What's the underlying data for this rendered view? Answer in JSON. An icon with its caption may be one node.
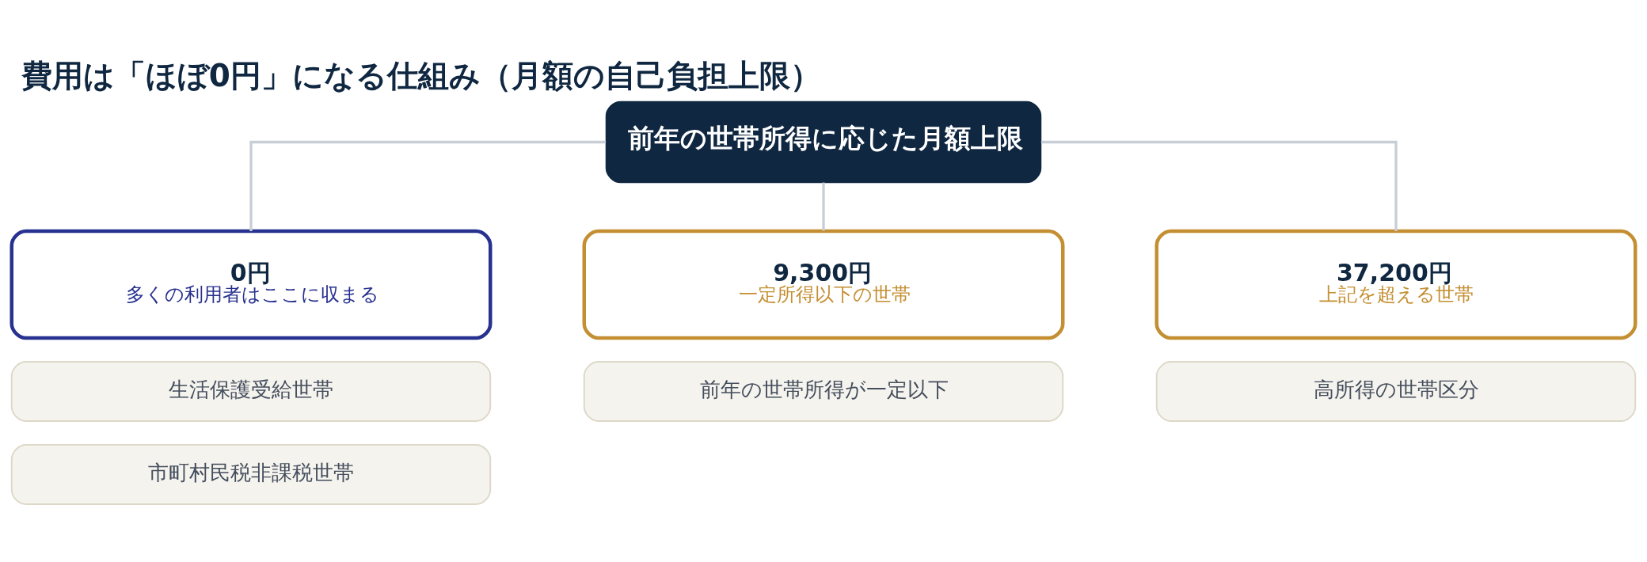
{
  "diagram": {
    "title": "費用は「ほぼ0円」になる仕組み（月額の自己負担上限）",
    "nodes": [
      {
        "text": [
          "前年の世帯所得に応じた月額上限"
        ]
      },
      {
        "text": [
          "0円",
          "多くの利用者はここに収まる"
        ]
      },
      {
        "text": [
          "9,300円",
          "一定所得以下の世帯"
        ]
      },
      {
        "text": [
          "37,200円",
          "上記を超える世帯"
        ]
      },
      {
        "text": [
          "生活保護受給世帯"
        ]
      },
      {
        "text": [
          "市町村民税非課税世帯"
        ]
      },
      {
        "text": [
          "前年の世帯所得が一定以下"
        ]
      },
      {
        "text": [
          "高所得の世帯区分"
        ]
      }
    ],
    "edges": [
      {
        "from": 0,
        "to": 1,
        "arrow": "none"
      },
      {
        "from": 0,
        "to": 2,
        "arrow": "none"
      },
      {
        "from": 0,
        "to": 3,
        "arrow": "none"
      }
    ]
  }
}
